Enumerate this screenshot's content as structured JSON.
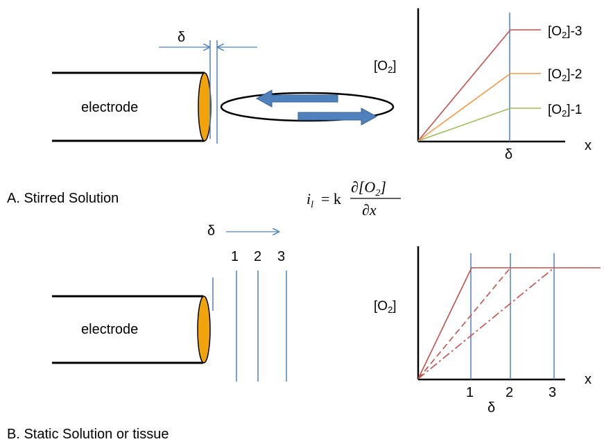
{
  "panel_a": {
    "caption": "A.  Stirred Solution",
    "electrode_label": "electrode",
    "delta_label": "δ",
    "graph": {
      "y_label": "[O",
      "y_label_sub": "2",
      "y_label_end": "]",
      "x_label": "x",
      "x_tick_label": "δ",
      "lines": [
        {
          "label": "[O",
          "sub": "2",
          "end": "]-3",
          "color": "#c0504d"
        },
        {
          "label": "[O",
          "sub": "2",
          "end": "]-2",
          "color": "#f79646"
        },
        {
          "label": "[O",
          "sub": "2",
          "end": "]-1",
          "color": "#9bbb59"
        }
      ]
    }
  },
  "equation": {
    "lhs": "i",
    "lhs_sub": "l",
    "equals_k": "= k",
    "numerator": "∂[O",
    "numerator_sub": "2",
    "numerator_end": "]",
    "denominator": "∂x"
  },
  "panel_b": {
    "caption": "B. Static Solution or tissue",
    "electrode_label": "electrode",
    "delta_label": "δ",
    "boundary_labels": [
      "1",
      "2",
      "3"
    ],
    "graph": {
      "y_label": "[O",
      "y_label_sub": "2",
      "y_label_end": "]",
      "x_label": "x",
      "x_tick_labels": [
        "1",
        "2",
        "3"
      ],
      "x_tick_sublabel": "δ",
      "line_color": "#c0504d"
    }
  },
  "colors": {
    "blue": "#4f81bd",
    "electrode_fill": "#f0a30a",
    "arrow_fill": "#4f81bd"
  }
}
